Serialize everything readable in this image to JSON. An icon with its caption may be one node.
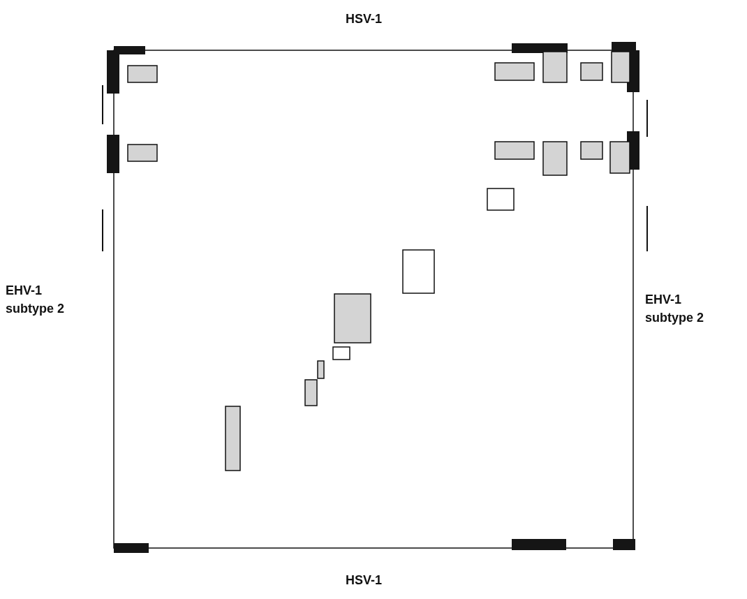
{
  "diagram": {
    "labels": [
      "HSV-1",
      "EHV-1 subtype 2",
      "EHV-1 subtype 2",
      "HSV-1"
    ]
  }
}
